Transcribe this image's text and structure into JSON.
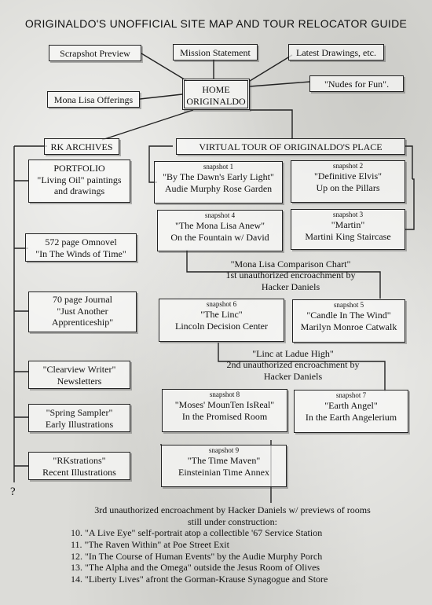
{
  "title": "ORIGINALDO'S UNOFFICIAL SITE MAP AND TOUR RELOCATOR GUIDE",
  "top_links": {
    "scrapshot": "Scrapshot Preview",
    "mission": "Mission Statement",
    "latest": "Latest Drawings, etc.",
    "nudes": "\"Nudes for Fun\".",
    "mona_offer": "Mona Lisa Offerings"
  },
  "home": {
    "line1": "HOME",
    "line2": "ORIGINALDO"
  },
  "archives": {
    "label": "RK ARCHIVES",
    "items": [
      {
        "lines": [
          "PORTFOLIO",
          "\"Living Oil\" paintings",
          "and drawings"
        ]
      },
      {
        "lines": [
          "572 page Omnovel",
          "\"In The Winds of Time\""
        ]
      },
      {
        "lines": [
          "70 page Journal",
          "\"Just Another",
          "Apprenticeship\""
        ]
      },
      {
        "lines": [
          "\"Clearview Writer\"",
          "Newsletters"
        ]
      },
      {
        "lines": [
          "\"Spring Sampler\"",
          "Early Illustrations"
        ]
      },
      {
        "lines": [
          "\"RKstrations\"",
          "Recent Illustrations"
        ]
      }
    ],
    "unknown": "?"
  },
  "tour": {
    "label": "VIRTUAL TOUR OF ORIGINALDO'S PLACE",
    "snapshots": [
      {
        "tag": "snapshot 1",
        "title": "\"By The Dawn's Early Light\"",
        "place": "Audie Murphy Rose Garden"
      },
      {
        "tag": "snapshot 2",
        "title": "\"Definitive Elvis\"",
        "place": "Up on the Pillars"
      },
      {
        "tag": "snapshot 4",
        "title": "\"The Mona Lisa Anew\"",
        "place": "On the Fountain w/ David"
      },
      {
        "tag": "snapshot 3",
        "title": "\"Martin\"",
        "place": "Martini King Staircase"
      },
      {
        "tag": "snapshot 6",
        "title": "\"The Linc\"",
        "place": "Lincoln Decision Center"
      },
      {
        "tag": "snapshot 5",
        "title": "\"Candle In The Wind\"",
        "place": "Marilyn Monroe Catwalk"
      },
      {
        "tag": "snapshot 8",
        "title": "\"Moses' MounTen IsReal\"",
        "place": "In the Promised Room"
      },
      {
        "tag": "snapshot 7",
        "title": "\"Earth Angel\"",
        "place": "In the Earth Angelerium"
      },
      {
        "tag": "snapshot 9",
        "title": "\"The Time Maven\"",
        "place": "Einsteinian Time Annex"
      }
    ],
    "encroachment1": [
      "\"Mona Lisa Comparison Chart\"",
      "1st unauthorized encroachment by",
      "Hacker Daniels"
    ],
    "encroachment2": [
      "\"Linc at Ladue High\"",
      "2nd unauthorized encroachment by",
      "Hacker Daniels"
    ],
    "encroachment3": {
      "intro": [
        "3rd unauthorized encroachment by Hacker Daniels w/ previews of rooms",
        "still under construction:"
      ],
      "items": [
        "10. \"A Live Eye\" self-portrait atop a collectible '67 Service Station",
        "11. \"The Raven Within\" at Poe Street Exit",
        "12. \"In The Course of Human Events\" by the Audie Murphy Porch",
        "13. \"The Alpha and the Omega\" outside the Jesus Room of Olives",
        "14. \"Liberty Lives\" afront the Gorman-Krause Synagogue and Store"
      ]
    }
  }
}
